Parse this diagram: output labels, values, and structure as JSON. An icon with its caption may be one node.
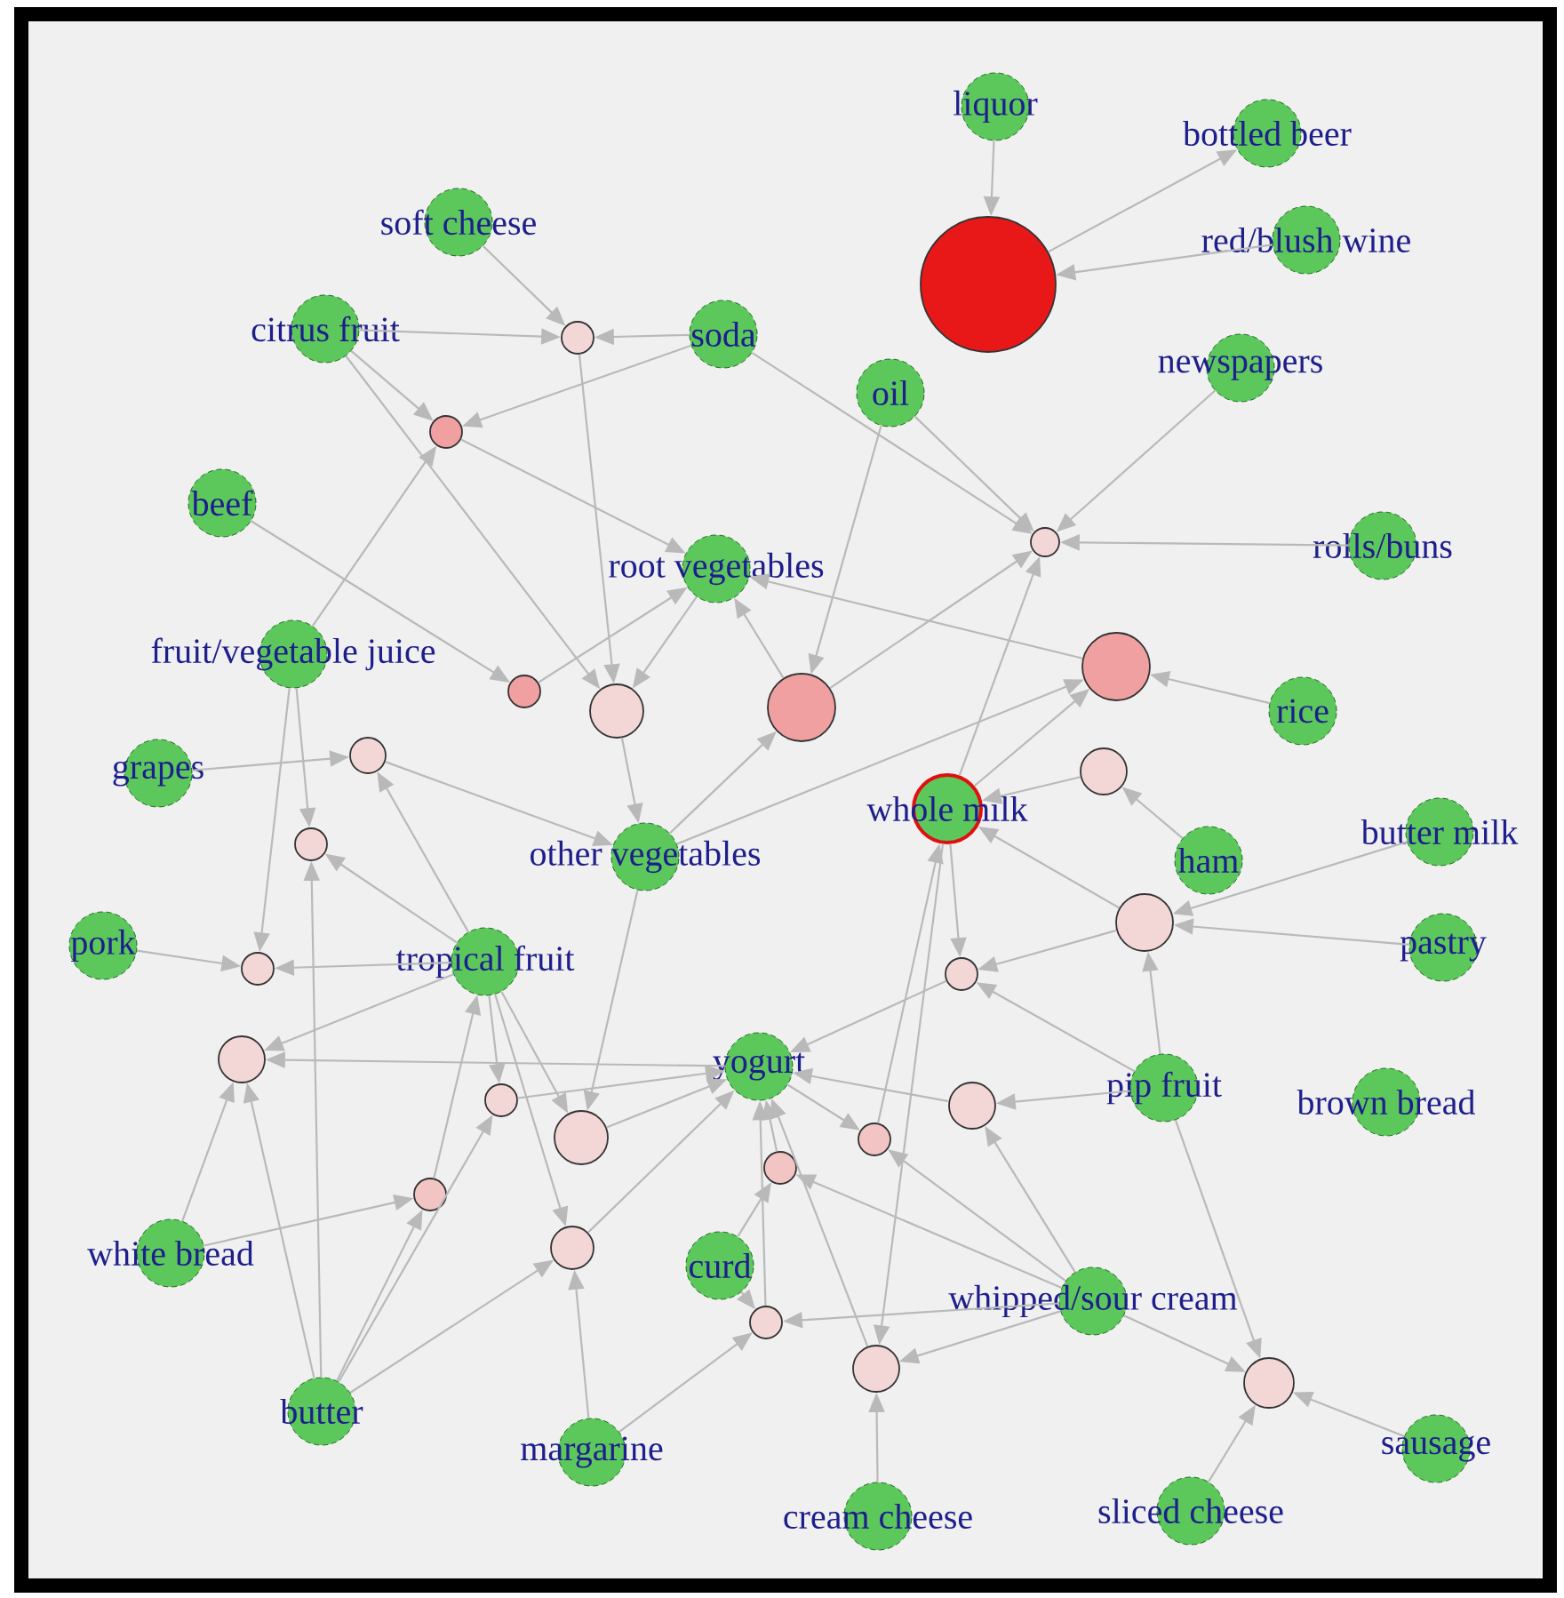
{
  "diagram": {
    "nodes": [
      {
        "text": [
          "liquor"
        ]
      },
      {
        "text": [
          "bottled beer"
        ]
      },
      {
        "text": [
          "red/blush wine"
        ]
      },
      {
        "text": [
          "soft cheese"
        ]
      },
      {
        "text": [
          "citrus fruit"
        ]
      },
      {
        "text": [
          "soda"
        ]
      },
      {
        "text": [
          "oil"
        ]
      },
      {
        "text": [
          "newspapers"
        ]
      },
      {
        "text": [
          "beef"
        ]
      },
      {
        "text": [
          "rolls/buns"
        ]
      },
      {
        "text": [
          "root vegetables"
        ]
      },
      {
        "text": [
          "fruit/vegetable juice"
        ]
      },
      {
        "text": [
          "rice"
        ]
      },
      {
        "text": [
          "grapes"
        ]
      },
      {
        "text": [
          "whole milk"
        ]
      },
      {
        "text": [
          "butter milk"
        ]
      },
      {
        "text": [
          "ham"
        ]
      },
      {
        "text": [
          "other vegetables"
        ]
      },
      {
        "text": [
          "pork"
        ]
      },
      {
        "text": [
          "pastry"
        ]
      },
      {
        "text": [
          "tropical fruit"
        ]
      },
      {
        "text": [
          "yogurt"
        ]
      },
      {
        "text": [
          "pip fruit"
        ]
      },
      {
        "text": [
          "brown bread"
        ]
      },
      {
        "text": [
          "white bread"
        ]
      },
      {
        "text": [
          "curd"
        ]
      },
      {
        "text": [
          "whipped/sour cream"
        ]
      },
      {
        "text": [
          "butter"
        ]
      },
      {
        "text": [
          "margarine"
        ]
      },
      {
        "text": [
          "sausage"
        ]
      },
      {
        "text": [
          "cream cheese"
        ]
      },
      {
        "text": [
          "sliced cheese"
        ]
      },
      {
        "text": [],
        "shape": "circle"
      },
      {
        "text": [],
        "shape": "circle"
      },
      {
        "text": [],
        "shape": "circle"
      },
      {
        "text": [],
        "shape": "circle"
      },
      {
        "text": [],
        "shape": "circle"
      },
      {
        "text": [],
        "shape": "circle"
      },
      {
        "text": [],
        "shape": "circle"
      },
      {
        "text": [],
        "shape": "circle"
      },
      {
        "text": [],
        "shape": "circle"
      },
      {
        "text": [],
        "shape": "circle"
      },
      {
        "text": [],
        "shape": "circle"
      },
      {
        "text": [],
        "shape": "circle"
      },
      {
        "text": [],
        "shape": "circle"
      },
      {
        "text": [],
        "shape": "circle"
      },
      {
        "text": [],
        "shape": "circle"
      },
      {
        "text": [],
        "shape": "circle"
      },
      {
        "text": [],
        "shape": "circle"
      },
      {
        "text": [],
        "shape": "circle"
      },
      {
        "text": [],
        "shape": "circle"
      },
      {
        "text": [],
        "shape": "circle"
      },
      {
        "text": [],
        "shape": "circle"
      },
      {
        "text": [],
        "shape": "circle"
      },
      {
        "text": [],
        "shape": "circle"
      },
      {
        "text": [],
        "shape": "circle"
      },
      {
        "text": [],
        "shape": "circle"
      }
    ],
    "edges": [
      {
        "from": 0,
        "to": 32,
        "arrow": "to"
      },
      {
        "from": 32,
        "to": 1,
        "arrow": "to"
      },
      {
        "from": 2,
        "to": 32,
        "arrow": "to"
      },
      {
        "from": 3,
        "to": 33,
        "arrow": "to"
      },
      {
        "from": 4,
        "to": 33,
        "arrow": "to"
      },
      {
        "from": 5,
        "to": 33,
        "arrow": "to"
      },
      {
        "from": 33,
        "to": 37,
        "arrow": "to"
      },
      {
        "from": 4,
        "to": 34,
        "arrow": "to"
      },
      {
        "from": 5,
        "to": 34,
        "arrow": "to"
      },
      {
        "from": 11,
        "to": 34,
        "arrow": "to"
      },
      {
        "from": 34,
        "to": 10,
        "arrow": "to"
      },
      {
        "from": 8,
        "to": 36,
        "arrow": "to"
      },
      {
        "from": 36,
        "to": 10,
        "arrow": "to"
      },
      {
        "from": 5,
        "to": 35,
        "arrow": "to"
      },
      {
        "from": 6,
        "to": 35,
        "arrow": "to"
      },
      {
        "from": 7,
        "to": 35,
        "arrow": "to"
      },
      {
        "from": 9,
        "to": 35,
        "arrow": "to"
      },
      {
        "from": 14,
        "to": 35,
        "arrow": "to"
      },
      {
        "from": 38,
        "to": 35,
        "arrow": "to"
      },
      {
        "from": 6,
        "to": 38,
        "arrow": "to"
      },
      {
        "from": 17,
        "to": 38,
        "arrow": "to"
      },
      {
        "from": 38,
        "to": 10,
        "arrow": "to"
      },
      {
        "from": 12,
        "to": 39,
        "arrow": "to"
      },
      {
        "from": 39,
        "to": 10,
        "arrow": "to"
      },
      {
        "from": 14,
        "to": 39,
        "arrow": "to"
      },
      {
        "from": 17,
        "to": 39,
        "arrow": "to"
      },
      {
        "from": 4,
        "to": 37,
        "arrow": "to"
      },
      {
        "from": 10,
        "to": 37,
        "arrow": "to"
      },
      {
        "from": 37,
        "to": 17,
        "arrow": "to"
      },
      {
        "from": 13,
        "to": 40,
        "arrow": "to"
      },
      {
        "from": 20,
        "to": 40,
        "arrow": "to"
      },
      {
        "from": 40,
        "to": 17,
        "arrow": "to"
      },
      {
        "from": 11,
        "to": 42,
        "arrow": "to"
      },
      {
        "from": 27,
        "to": 42,
        "arrow": "to"
      },
      {
        "from": 20,
        "to": 42,
        "arrow": "to"
      },
      {
        "from": 18,
        "to": 44,
        "arrow": "to"
      },
      {
        "from": 20,
        "to": 44,
        "arrow": "to"
      },
      {
        "from": 11,
        "to": 44,
        "arrow": "to"
      },
      {
        "from": 20,
        "to": 46,
        "arrow": "to"
      },
      {
        "from": 21,
        "to": 46,
        "arrow": "to"
      },
      {
        "from": 24,
        "to": 46,
        "arrow": "to"
      },
      {
        "from": 27,
        "to": 46,
        "arrow": "to"
      },
      {
        "from": 27,
        "to": 47,
        "arrow": "to"
      },
      {
        "from": 20,
        "to": 47,
        "arrow": "to"
      },
      {
        "from": 47,
        "to": 21,
        "arrow": "to"
      },
      {
        "from": 27,
        "to": 52,
        "arrow": "to"
      },
      {
        "from": 24,
        "to": 52,
        "arrow": "to"
      },
      {
        "from": 52,
        "to": 20,
        "arrow": "to"
      },
      {
        "from": 28,
        "to": 53,
        "arrow": "to"
      },
      {
        "from": 27,
        "to": 53,
        "arrow": "to"
      },
      {
        "from": 20,
        "to": 53,
        "arrow": "to"
      },
      {
        "from": 53,
        "to": 21,
        "arrow": "to"
      },
      {
        "from": 25,
        "to": 54,
        "arrow": "to"
      },
      {
        "from": 28,
        "to": 54,
        "arrow": "to"
      },
      {
        "from": 26,
        "to": 54,
        "arrow": "to"
      },
      {
        "from": 54,
        "to": 21,
        "arrow": "to"
      },
      {
        "from": 30,
        "to": 55,
        "arrow": "to"
      },
      {
        "from": 26,
        "to": 55,
        "arrow": "to"
      },
      {
        "from": 14,
        "to": 55,
        "arrow": "to"
      },
      {
        "from": 55,
        "to": 21,
        "arrow": "to"
      },
      {
        "from": 22,
        "to": 56,
        "arrow": "to"
      },
      {
        "from": 31,
        "to": 56,
        "arrow": "to"
      },
      {
        "from": 29,
        "to": 56,
        "arrow": "to"
      },
      {
        "from": 26,
        "to": 56,
        "arrow": "to"
      },
      {
        "from": 22,
        "to": 49,
        "arrow": "to"
      },
      {
        "from": 26,
        "to": 49,
        "arrow": "to"
      },
      {
        "from": 49,
        "to": 21,
        "arrow": "to"
      },
      {
        "from": 15,
        "to": 43,
        "arrow": "to"
      },
      {
        "from": 19,
        "to": 43,
        "arrow": "to"
      },
      {
        "from": 22,
        "to": 43,
        "arrow": "to"
      },
      {
        "from": 43,
        "to": 14,
        "arrow": "to"
      },
      {
        "from": 16,
        "to": 41,
        "arrow": "to"
      },
      {
        "from": 41,
        "to": 14,
        "arrow": "to"
      },
      {
        "from": 43,
        "to": 45,
        "arrow": "to"
      },
      {
        "from": 14,
        "to": 45,
        "arrow": "to"
      },
      {
        "from": 22,
        "to": 45,
        "arrow": "to"
      },
      {
        "from": 45,
        "to": 21,
        "arrow": "to"
      },
      {
        "from": 17,
        "to": 48,
        "arrow": "to"
      },
      {
        "from": 20,
        "to": 48,
        "arrow": "to"
      },
      {
        "from": 48,
        "to": 21,
        "arrow": "to"
      },
      {
        "from": 21,
        "to": 50,
        "arrow": "to"
      },
      {
        "from": 26,
        "to": 50,
        "arrow": "to"
      },
      {
        "from": 50,
        "to": 14,
        "arrow": "to"
      },
      {
        "from": 25,
        "to": 51,
        "arrow": "to"
      },
      {
        "from": 26,
        "to": 51,
        "arrow": "to"
      },
      {
        "from": 51,
        "to": 21,
        "arrow": "to"
      }
    ]
  }
}
